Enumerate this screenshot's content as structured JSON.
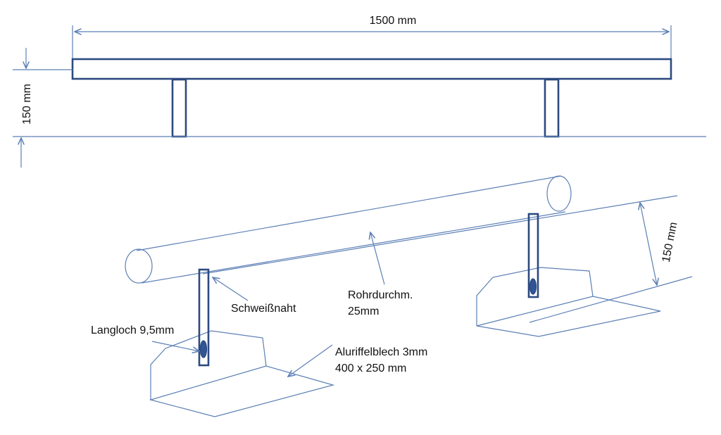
{
  "colors": {
    "line": "#5b7fb5",
    "dark_line": "#2c4a7f",
    "slot_fill": "#2f5597",
    "text": "#111111"
  },
  "labels": {
    "length": "1500 mm",
    "height_side": "150 mm",
    "height_3d": "150 mm",
    "weld": "Schweißnaht",
    "slot": "Langloch 9,5mm",
    "pipe_line1": "Rohrdurchm.",
    "pipe_line2": "25mm",
    "plate_line1": "Aluriffelblech 3mm",
    "plate_line2": "400 x 250 mm"
  }
}
